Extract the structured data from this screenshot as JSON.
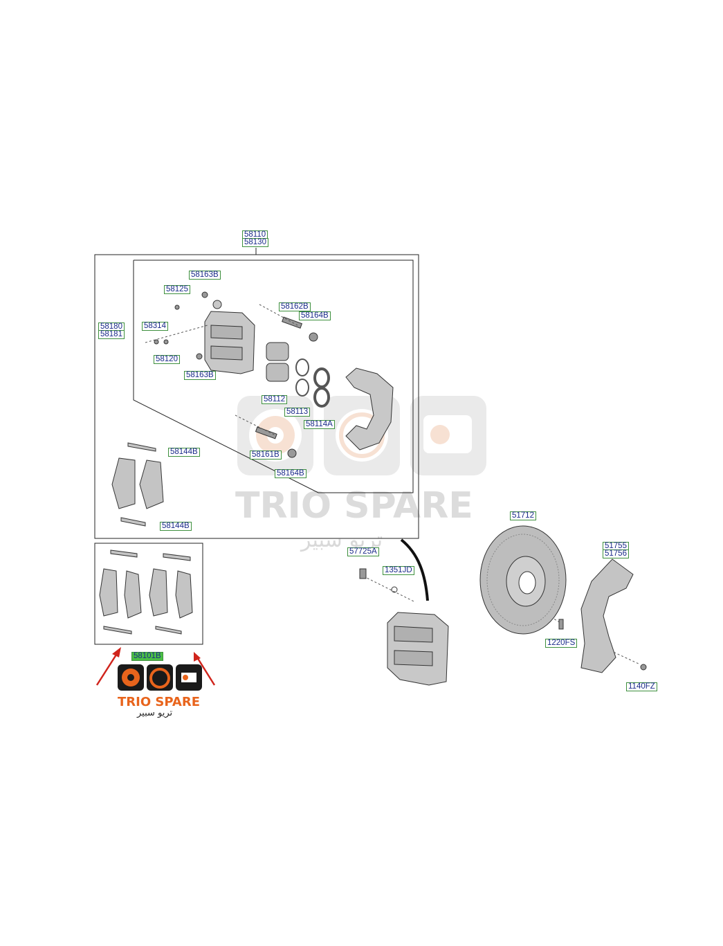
{
  "colors": {
    "line": "#222222",
    "part_fill": "#c8c8c8",
    "part_dark": "#9a9a9a",
    "label_text": "#1a2a8a",
    "label_border": "#3d8f3d",
    "label_highlight": "#4bbf45",
    "arrow_red": "#d0241c",
    "brand_orange": "#e8641c",
    "watermark": "#dedede"
  },
  "labels": {
    "l58110": "58110",
    "l58130": "58130",
    "l58163B_top": "58163B",
    "l58125": "58125",
    "l58162B": "58162B",
    "l58164B_top": "58164B",
    "l58180": "58180",
    "l58181": "58181",
    "l58314": "58314",
    "l58120": "58120",
    "l58163B_bot": "58163B",
    "l58112": "58112",
    "l58113": "58113",
    "l58114A": "58114A",
    "l58161B": "58161B",
    "l58164B_bot": "58164B",
    "l58144B_top": "58144B",
    "l58144B_bot": "58144B",
    "l58101B": "58101B",
    "l57725A": "57725A",
    "l1351JD": "1351JD",
    "l51712": "51712",
    "l1220FS": "1220FS",
    "l51755": "51755",
    "l51756": "51756",
    "l1140FZ": "1140FZ"
  },
  "watermark": {
    "brand": "TRIO SPARE",
    "brand_ar": "تريو سبير"
  },
  "logo": {
    "brand": "TRIO SPARE",
    "brand_ar": "تريو سبير",
    "icons": [
      "brake-disc-icon",
      "gauge-icon",
      "engine-icon"
    ]
  }
}
